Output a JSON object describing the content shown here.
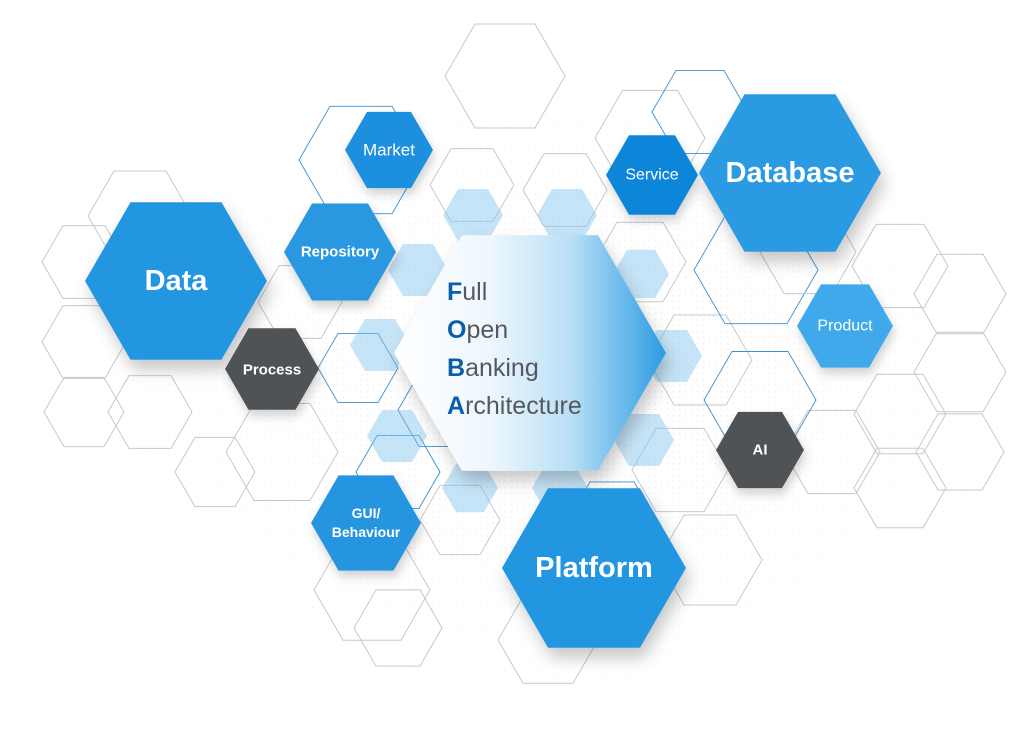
{
  "title_acronym": [
    {
      "initial": "F",
      "rest": "ull"
    },
    {
      "initial": "O",
      "rest": "pen"
    },
    {
      "initial": "B",
      "rest": "anking"
    },
    {
      "initial": "A",
      "rest": "rchitecture"
    }
  ],
  "nodes": {
    "market": {
      "label": "Market",
      "color": "#1e8fde"
    },
    "service": {
      "label": "Service",
      "color": "#1185d8"
    },
    "database": {
      "label": "Database",
      "color": "#2c9be3"
    },
    "repository": {
      "label": "Repository",
      "color": "#2c97e1"
    },
    "data": {
      "label": "Data",
      "color": "#2496e0"
    },
    "process": {
      "label": "Process",
      "color": "#4f5357"
    },
    "product": {
      "label": "Product",
      "color": "#3fa9eb"
    },
    "ai": {
      "label": "AI",
      "color": "#4f5357"
    },
    "gui": {
      "label_line1": "GUI/",
      "label_line2": "Behaviour",
      "color": "#2895e0"
    },
    "platform": {
      "label": "Platform",
      "color": "#2196e0"
    }
  },
  "colors": {
    "accent_blue": "#1e90de",
    "light_blue": "#7fc3ee",
    "dark_gray": "#4f5357",
    "outline_gray": "#c6c9cc",
    "outline_blue": "#3a8fd0",
    "acronym_initial": "#0b5fa8",
    "acronym_text": "#55595e"
  }
}
